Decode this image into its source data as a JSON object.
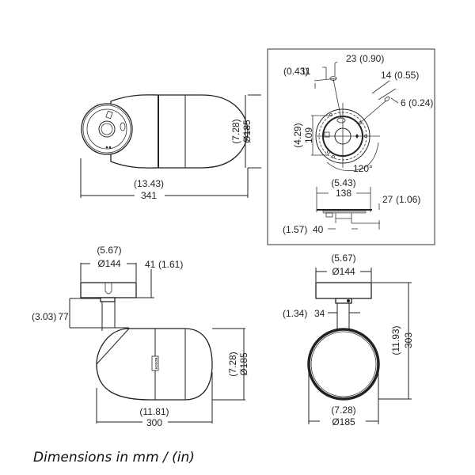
{
  "caption": "Dimensions in mm / (in)",
  "views": {
    "top_view": {
      "width": {
        "mm": "341",
        "in": "(13.43)"
      },
      "diameter": {
        "mm": "Ø185",
        "in": "(7.28)"
      }
    },
    "mount_detail": {
      "slot_offset": {
        "mm": "11",
        "in": "(0.43)"
      },
      "slot_length": {
        "mm": "23",
        "in": "(0.90)"
      },
      "slot2_length": {
        "mm": "14",
        "in": "(0.55)"
      },
      "slot2_width": {
        "mm": "6",
        "in": "(0.24)"
      },
      "hole_spacing": {
        "mm": "109",
        "in": "(4.29)"
      },
      "angle": "120°",
      "plate_diameter": {
        "mm": "138",
        "in": "(5.43)"
      },
      "plate_height": {
        "mm": "27",
        "in": "(1.06)"
      },
      "boss_width": {
        "mm": "40",
        "in": "(1.57)"
      }
    },
    "side_view": {
      "base_diameter": {
        "mm": "Ø144",
        "in": "(5.67)"
      },
      "base_height": {
        "mm": "41",
        "in": "(1.61)"
      },
      "stem_length": {
        "mm": "77",
        "in": "(3.03)"
      },
      "body_length": {
        "mm": "300",
        "in": "(11.81)"
      },
      "body_diameter": {
        "mm": "Ø185",
        "in": "(7.28)"
      },
      "brand_label": "BOSCH"
    },
    "front_view": {
      "base_diameter": {
        "mm": "Ø144",
        "in": "(5.67)"
      },
      "stem_diameter": {
        "mm": "34",
        "in": "(1.34)"
      },
      "total_height": {
        "mm": "303",
        "in": "(11.93)"
      },
      "body_diameter": {
        "mm": "Ø185",
        "in": "(7.28)"
      }
    }
  }
}
